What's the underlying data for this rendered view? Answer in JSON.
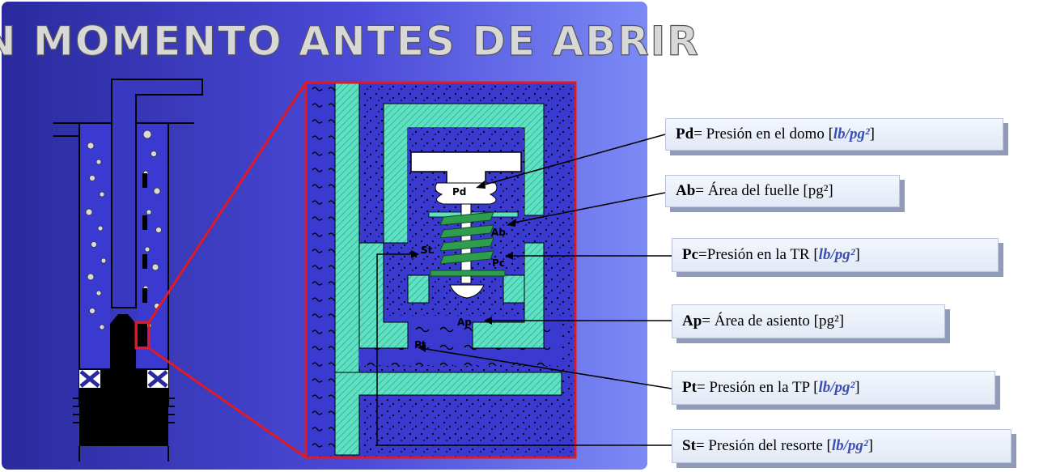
{
  "title": "UN MOMENTO ANTES DE ABRIR",
  "colors": {
    "panel": "#3c3ccb",
    "panel_light": "#6b7af0",
    "teal": "#5fe0c2",
    "red": "#e01a22",
    "green": "#2e9e4e",
    "title_fill": "#d8d8d8"
  },
  "valve_labels": {
    "pd": "Pd",
    "ab": "Ab",
    "st": "St",
    "pc": "Pc",
    "ap": "Ap",
    "pt": "Pt"
  },
  "labels": [
    {
      "sym": "Pd",
      "text": " = Presión en el domo [",
      "unit": "lb/pg²",
      "tail": "]"
    },
    {
      "sym": "Ab",
      "text": " = Área del fuelle [pg²]",
      "unit": "",
      "tail": ""
    },
    {
      "sym": "Pc",
      "text": " =Presión en la TR [",
      "unit": "lb/pg²",
      "tail": "]"
    },
    {
      "sym": "Ap",
      "text": "= Área de asiento [pg²]",
      "unit": "",
      "tail": ""
    },
    {
      "sym": "Pt",
      "text": " = Presión en la TP [",
      "unit": "lb/pg²",
      "tail": "]"
    },
    {
      "sym": "St",
      "text": " = Presión del resorte [",
      "unit": "lb/pg²",
      "tail": "]"
    }
  ]
}
